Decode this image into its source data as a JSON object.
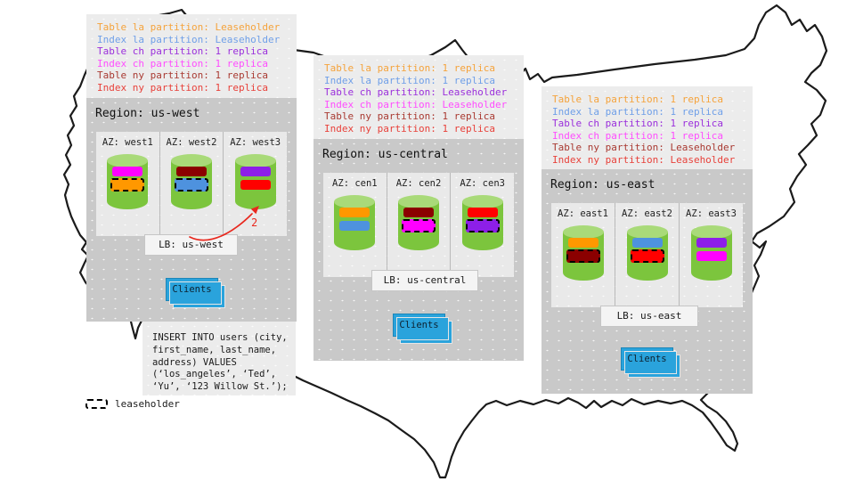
{
  "colors": {
    "clients_blue": "#2aa3dc",
    "clients_border": "#1d86b8",
    "cylinder_body": "#7cc53d",
    "cylinder_top": "#a9da79",
    "panel_light": "#ececec",
    "panel_dark": "#c9c9c9",
    "az_panel": "#e9e9e9",
    "lb_box": "#f4f4f4",
    "map_outline": "#1b1b1b",
    "arrow_red": "#e8281e"
  },
  "leaseholder_key": {
    "label": "leaseholder"
  },
  "west_annotation": {
    "replica_count_label": "2"
  },
  "west_sql": {
    "text": "INSERT INTO users (city,\nfirst_name, last_name,\naddress) VALUES\n(‘los_angeles’, ‘Ted’,\n‘Yu’, ‘123 Willow St.’);"
  },
  "regions": [
    {
      "name": "us-west",
      "title": "Region: us-west",
      "lb_label": "LB: us-west",
      "clients_label": "Clients",
      "notes": [
        {
          "text": "Table la partition: Leaseholder",
          "color": "#f5a33c"
        },
        {
          "text": "Index la partition: Leaseholder",
          "color": "#6f9fe8"
        },
        {
          "text": "Table ch partition: 1 replica",
          "color": "#9b30dc"
        },
        {
          "text": "Index ch partition: 1 replica",
          "color": "#ff4dff"
        },
        {
          "text": "Table ny partition: 1 replica",
          "color": "#a93a32"
        },
        {
          "text": "Index ny partition: 1 replica",
          "color": "#e8413a"
        }
      ],
      "azs": [
        {
          "label": "AZ: west1",
          "bars": [
            {
              "color": "#ff00ff",
              "leaseholder": false
            },
            {
              "color": "#ff9800",
              "leaseholder": true
            }
          ]
        },
        {
          "label": "AZ: west2",
          "bars": [
            {
              "color": "#8b0000",
              "leaseholder": false
            },
            {
              "color": "#4e92de",
              "leaseholder": true
            }
          ]
        },
        {
          "label": "AZ: west3",
          "bars": [
            {
              "color": "#8d1fe8",
              "leaseholder": false
            },
            {
              "color": "#ff0000",
              "leaseholder": false
            }
          ]
        }
      ]
    },
    {
      "name": "us-central",
      "title": "Region: us-central",
      "lb_label": "LB: us-central",
      "clients_label": "Clients",
      "notes": [
        {
          "text": "Table la partition: 1 replica",
          "color": "#f5a33c"
        },
        {
          "text": "Index la partition: 1 replica",
          "color": "#6f9fe8"
        },
        {
          "text": "Table ch partition: Leaseholder",
          "color": "#9b30dc"
        },
        {
          "text": "Index ch partition: Leaseholder",
          "color": "#ff4dff"
        },
        {
          "text": "Table ny partition: 1 replica",
          "color": "#a93a32"
        },
        {
          "text": "Index ny partition: 1 replica",
          "color": "#e8413a"
        }
      ],
      "azs": [
        {
          "label": "AZ: cen1",
          "bars": [
            {
              "color": "#ff9800",
              "leaseholder": false
            },
            {
              "color": "#4e92de",
              "leaseholder": false
            }
          ]
        },
        {
          "label": "AZ: cen2",
          "bars": [
            {
              "color": "#8b0000",
              "leaseholder": false
            },
            {
              "color": "#ff00ff",
              "leaseholder": true
            }
          ]
        },
        {
          "label": "AZ: cen3",
          "bars": [
            {
              "color": "#ff0000",
              "leaseholder": false
            },
            {
              "color": "#8d1fe8",
              "leaseholder": true
            }
          ]
        }
      ]
    },
    {
      "name": "us-east",
      "title": "Region: us-east",
      "lb_label": "LB: us-east",
      "clients_label": "Clients",
      "notes": [
        {
          "text": "Table la partition: 1 replica",
          "color": "#f5a33c"
        },
        {
          "text": "Index la partition: 1 replica",
          "color": "#6f9fe8"
        },
        {
          "text": "Table ch partition: 1 replica",
          "color": "#9b30dc"
        },
        {
          "text": "Index ch partition: 1 replica",
          "color": "#ff4dff"
        },
        {
          "text": "Table ny partition: Leaseholder",
          "color": "#a93a32"
        },
        {
          "text": "Index ny partition: Leaseholder",
          "color": "#e8413a"
        }
      ],
      "azs": [
        {
          "label": "AZ: east1",
          "bars": [
            {
              "color": "#ff9800",
              "leaseholder": false
            },
            {
              "color": "#8b0000",
              "leaseholder": true
            }
          ]
        },
        {
          "label": "AZ: east2",
          "bars": [
            {
              "color": "#4e92de",
              "leaseholder": false
            },
            {
              "color": "#ff0000",
              "leaseholder": true
            }
          ]
        },
        {
          "label": "AZ: east3",
          "bars": [
            {
              "color": "#8d1fe8",
              "leaseholder": false
            },
            {
              "color": "#ff00ff",
              "leaseholder": false
            }
          ]
        }
      ]
    }
  ]
}
